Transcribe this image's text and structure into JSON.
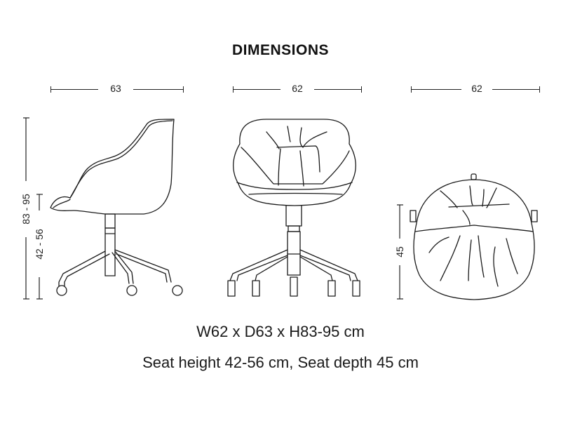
{
  "title": "DIMENSIONS",
  "views": {
    "side": {
      "width_label": "63",
      "height_label": "83 - 95",
      "seat_height_label": "42 - 56"
    },
    "front": {
      "width_label": "62"
    },
    "top": {
      "width_label": "62",
      "depth_label": "45"
    }
  },
  "captions": {
    "overall": "W62 x D63 x H83-95 cm",
    "seat": "Seat height 42-56 cm, Seat depth 45 cm"
  }
}
